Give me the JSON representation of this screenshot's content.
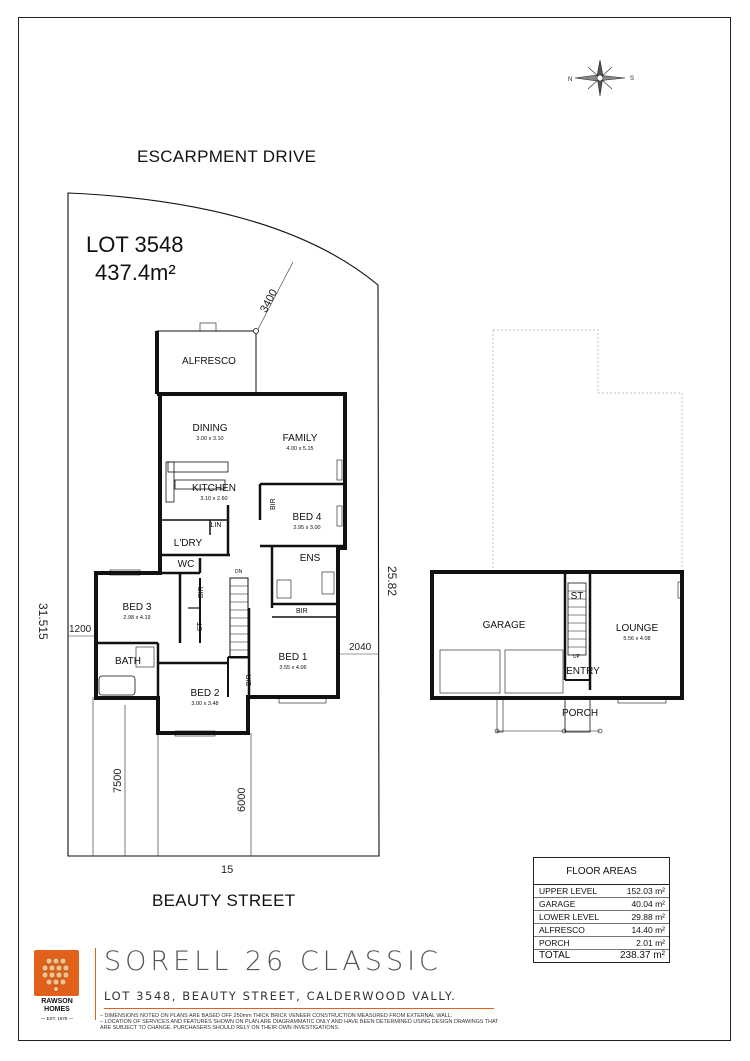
{
  "streets": {
    "top": "ESCARPMENT DRIVE",
    "bottom": "BEAUTY STREET"
  },
  "lot": {
    "number": "LOT 3548",
    "area": "437.4m²"
  },
  "dimensions": {
    "top_edge": "3400",
    "left_edge": "31.515",
    "right_edge": "25.82",
    "frontage": "15",
    "side_left": "1200",
    "side_right": "2040",
    "setback_left": "7500",
    "setback_right": "6000"
  },
  "upper_rooms": {
    "alfresco": {
      "name": "ALFRESCO"
    },
    "dining": {
      "name": "DINING",
      "size": "3.00 x 3.10"
    },
    "family": {
      "name": "FAMILY",
      "size": "4.00 x 5.15"
    },
    "kitchen": {
      "name": "KITCHEN",
      "size": "3.10 x 2.60"
    },
    "bed4": {
      "name": "BED 4",
      "size": "2.95 x 3.00"
    },
    "lin": {
      "name": "LIN"
    },
    "ldry": {
      "name": "L'DRY"
    },
    "wc": {
      "name": "WC"
    },
    "ens": {
      "name": "ENS"
    },
    "bed3": {
      "name": "BED 3",
      "size": "2.98 x 4.19"
    },
    "bed1": {
      "name": "BED 1",
      "size": "3.55 x 4.06"
    },
    "bath": {
      "name": "BATH"
    },
    "bed2": {
      "name": "BED 2",
      "size": "3.00 x 3.48"
    },
    "bir": "BIR",
    "st": "ST",
    "dn": "DN"
  },
  "lower_rooms": {
    "garage": {
      "name": "GARAGE"
    },
    "st": {
      "name": "ST"
    },
    "lounge": {
      "name": "LOUNGE",
      "size": "5.56 x 4.08"
    },
    "entry": {
      "name": "ENTRY"
    },
    "porch": {
      "name": "PORCH"
    },
    "up": "UP"
  },
  "floor_areas": {
    "title": "FLOOR AREAS",
    "rows": [
      {
        "label": "UPPER LEVEL",
        "value": "152.03 m²"
      },
      {
        "label": "GARAGE",
        "value": "40.04 m²"
      },
      {
        "label": "LOWER LEVEL",
        "value": "29.88 m²"
      },
      {
        "label": "ALFRESCO",
        "value": "14.40 m²"
      },
      {
        "label": "PORCH",
        "value": "2.01 m²"
      },
      {
        "label": "TOTAL",
        "value": "238.37 m²"
      }
    ]
  },
  "brand": {
    "name_line1": "RAWSON",
    "name_line2": "HOMES",
    "est": "— EST. 1978 —",
    "color": "#e2601a"
  },
  "design": {
    "title": "SORELL 26 CLASSIC",
    "address": "LOT 3548, BEAUTY STREET, CALDERWOOD VALLY.",
    "disclaimer_1": "– DIMENSIONS NOTED ON PLANS ARE BASED OFF 250mm THICK BRICK VENEER CONSTRUCTION MEASURED FROM EXTERNAL WALL.",
    "disclaimer_2": "– LOCATION OF SERVICES AND FEATURES SHOWN ON PLAN ARE DIAGRAMMATIC ONLY AND HAVE BEEN DETERMINED USING DESIGN DRAWINGS THAT ARE SUBJECT TO CHANGE. PURCHASERS SHOULD RELY ON THEIR OWN INVESTIGATIONS."
  }
}
